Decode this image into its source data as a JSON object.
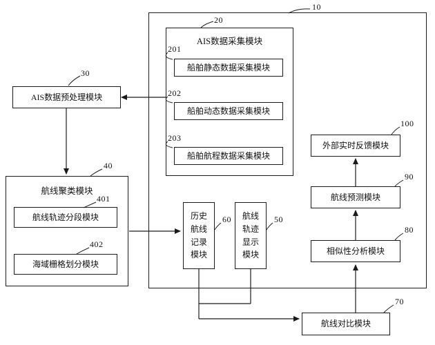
{
  "ink_color": "#1a1a1a",
  "background_color": "#ffffff",
  "refs": {
    "system": "10",
    "collection": "20",
    "static": "201",
    "dynamic": "202",
    "voyage": "203",
    "preprocess": "30",
    "clustering": "40",
    "segmentation": "401",
    "grid": "402",
    "display": "50",
    "history": "60",
    "compare": "70",
    "similarity": "80",
    "prediction": "90",
    "feedback": "100"
  },
  "modules": {
    "collection_title": "AIS数据采集模块",
    "static": "船舶静态数据采集模块",
    "dynamic": "船舶动态数据采集模块",
    "voyage": "船舶航程数据采集模块",
    "preprocess": "AIS数据预处理模块",
    "clustering_title": "航线聚类模块",
    "segmentation": "航线轨迹分段模块",
    "grid": "海域栅格划分模块",
    "history": "历史\n航线\n记录\n模块",
    "display": "航线\n轨迹\n显示\n模块",
    "compare": "航线对比模块",
    "similarity": "相似性分析模块",
    "prediction": "航线预测模块",
    "feedback": "外部实时反馈模块"
  }
}
